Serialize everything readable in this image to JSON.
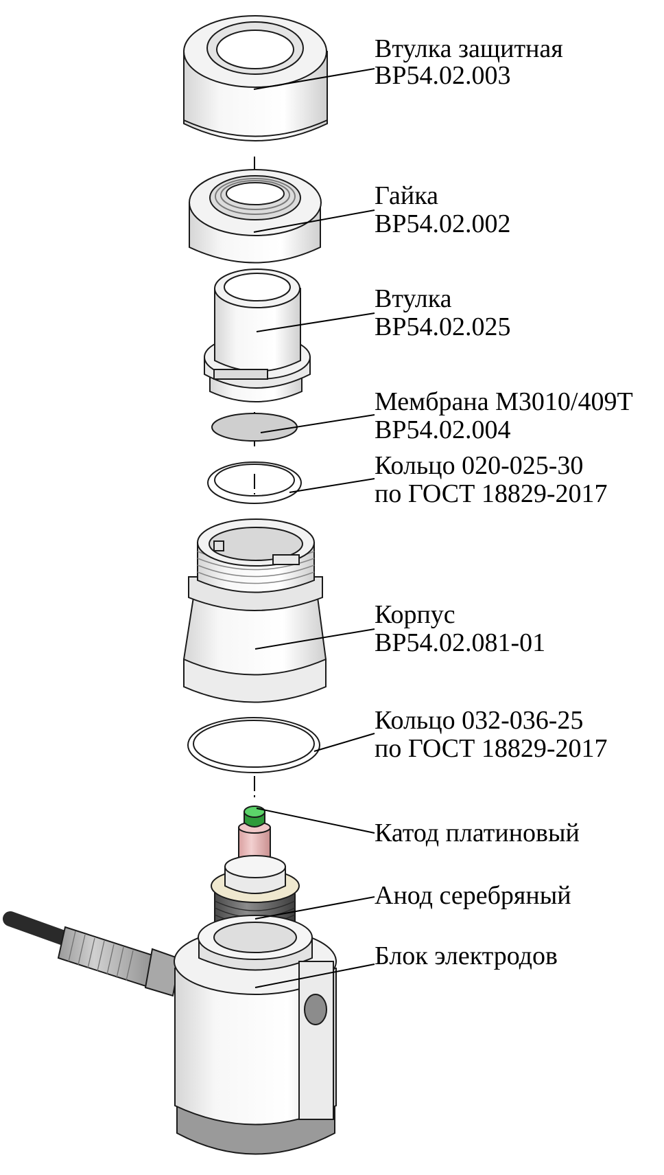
{
  "parts": [
    {
      "id": "sleeve-protective",
      "line1": "Втулка защитная",
      "line2": "ВР54.02.003"
    },
    {
      "id": "nut",
      "line1": "Гайка",
      "line2": "ВР54.02.002"
    },
    {
      "id": "sleeve",
      "line1": "Втулка",
      "line2": "ВР54.02.025"
    },
    {
      "id": "membrane",
      "line1": "Мембрана М3010/409Т",
      "line2": "ВР54.02.004"
    },
    {
      "id": "ring-small",
      "line1": "Кольцо 020-025-30",
      "line2": "по ГОСТ 18829-2017"
    },
    {
      "id": "body",
      "line1": "Корпус",
      "line2": "ВР54.02.081-01"
    },
    {
      "id": "ring-large",
      "line1": "Кольцо 032-036-25",
      "line2": "по ГОСТ 18829-2017"
    },
    {
      "id": "cathode",
      "line1": "Катод платиновый"
    },
    {
      "id": "anode",
      "line1": "Анод серебряный"
    },
    {
      "id": "electrode-block",
      "line1": "Блок электродов"
    }
  ],
  "colors": {
    "part_fill": "#f4f4f4",
    "part_shade": "#d9d9d9",
    "outline": "#1a1a1a",
    "membrane": "#cfcfcf",
    "cathode_tip": "#3cb043",
    "cathode_stem": "#e8b8b8",
    "anode": "#6e6e6e",
    "cable": "#2a2a2a",
    "gland": "#b8b8b8"
  }
}
